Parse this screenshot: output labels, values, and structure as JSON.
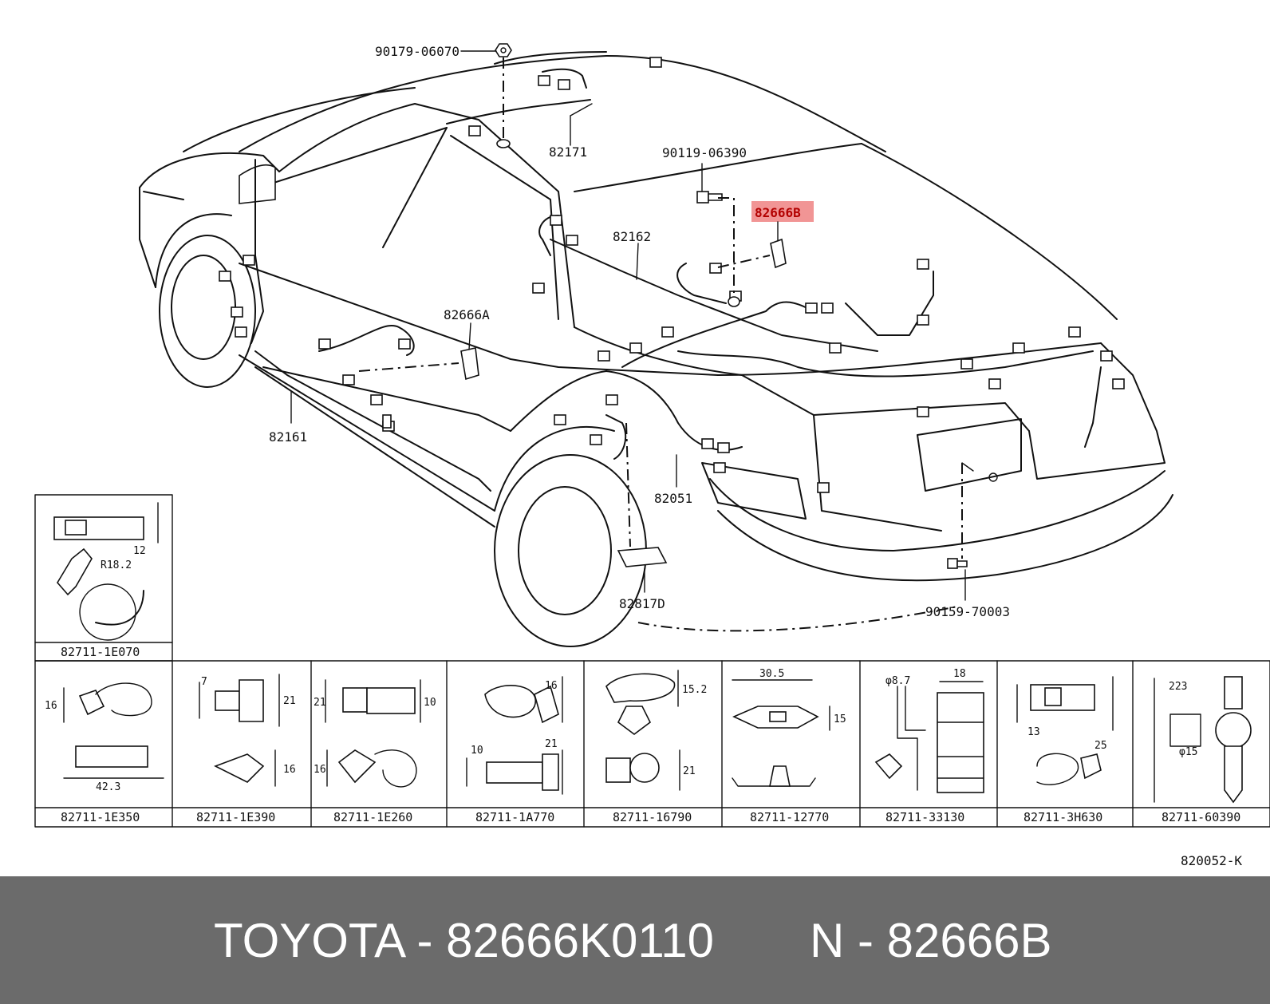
{
  "diagram": {
    "callouts": [
      {
        "id": "90179-06070",
        "text": "90179-06070"
      },
      {
        "id": "82171",
        "text": "82171"
      },
      {
        "id": "90119-06390",
        "text": "90119-06390"
      },
      {
        "id": "82666B",
        "text": "82666B",
        "highlighted": true
      },
      {
        "id": "82162",
        "text": "82162"
      },
      {
        "id": "82666A",
        "text": "82666A"
      },
      {
        "id": "82161",
        "text": "82161"
      },
      {
        "id": "82051",
        "text": "82051"
      },
      {
        "id": "82817D",
        "text": "82817D"
      },
      {
        "id": "90159-70003",
        "text": "90159-70003"
      }
    ],
    "highlight_color": "#f08a8a",
    "clip_table": {
      "top_cell": {
        "label": "82711-1E070",
        "dims": [
          "12",
          "R18.2"
        ]
      },
      "cells": [
        {
          "label": "82711-1E350",
          "dims": [
            "16",
            "42.3"
          ]
        },
        {
          "label": "82711-1E390",
          "dims": [
            "7",
            "21",
            "16"
          ]
        },
        {
          "label": "82711-1E260",
          "dims": [
            "21",
            "10",
            "16"
          ]
        },
        {
          "label": "82711-1A770",
          "dims": [
            "16",
            "10",
            "21"
          ]
        },
        {
          "label": "82711-16790",
          "dims": [
            "15.2",
            "21"
          ]
        },
        {
          "label": "82711-12770",
          "dims": [
            "30.5",
            "15"
          ]
        },
        {
          "label": "82711-33130",
          "dims": [
            "φ8.7",
            "18"
          ]
        },
        {
          "label": "82711-3H630",
          "dims": [
            "13",
            "25"
          ]
        },
        {
          "label": "82711-60390",
          "dims": [
            "223",
            "φ15"
          ]
        }
      ]
    },
    "diagram_code": "820052-K"
  },
  "footer": {
    "left": "TOYOTA - 82666K0110",
    "right": "N - 82666B",
    "background": "#6b6b6b"
  }
}
